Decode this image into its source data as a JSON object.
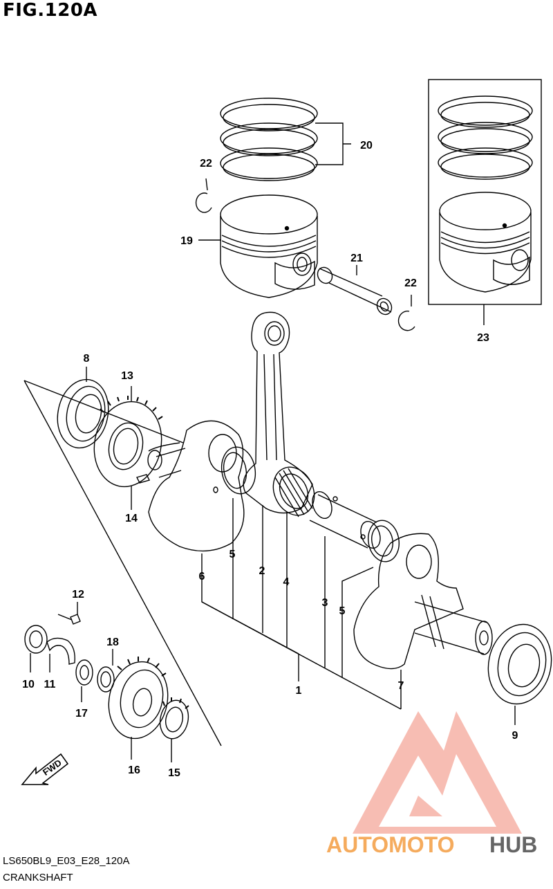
{
  "figure": {
    "title": "FIG.120A"
  },
  "footer": {
    "code": "LS650BL9_E03_E28_120A",
    "name": "CRANKSHAFT"
  },
  "arrow": {
    "label": "FWD"
  },
  "watermark": {
    "part1": "AUTOMOTO",
    "part2": "HUB"
  },
  "colors": {
    "line": "#000000",
    "watermark_accent": "#f28b7a",
    "watermark_text_orange": "#f5a24c",
    "watermark_text_dark": "#555555"
  },
  "callouts": [
    {
      "id": "c1",
      "text": "1"
    },
    {
      "id": "c2",
      "text": "2"
    },
    {
      "id": "c3",
      "text": "3"
    },
    {
      "id": "c4",
      "text": "4"
    },
    {
      "id": "c5a",
      "text": "5"
    },
    {
      "id": "c5b",
      "text": "5"
    },
    {
      "id": "c6",
      "text": "6"
    },
    {
      "id": "c7",
      "text": "7"
    },
    {
      "id": "c8",
      "text": "8"
    },
    {
      "id": "c9",
      "text": "9"
    },
    {
      "id": "c10",
      "text": "10"
    },
    {
      "id": "c11",
      "text": "11"
    },
    {
      "id": "c12",
      "text": "12"
    },
    {
      "id": "c13",
      "text": "13"
    },
    {
      "id": "c14",
      "text": "14"
    },
    {
      "id": "c15",
      "text": "15"
    },
    {
      "id": "c16",
      "text": "16"
    },
    {
      "id": "c17",
      "text": "17"
    },
    {
      "id": "c18",
      "text": "18"
    },
    {
      "id": "c19",
      "text": "19"
    },
    {
      "id": "c20",
      "text": "20"
    },
    {
      "id": "c21",
      "text": "21"
    },
    {
      "id": "c22a",
      "text": "22"
    },
    {
      "id": "c22b",
      "text": "22"
    },
    {
      "id": "c23",
      "text": "23"
    }
  ]
}
